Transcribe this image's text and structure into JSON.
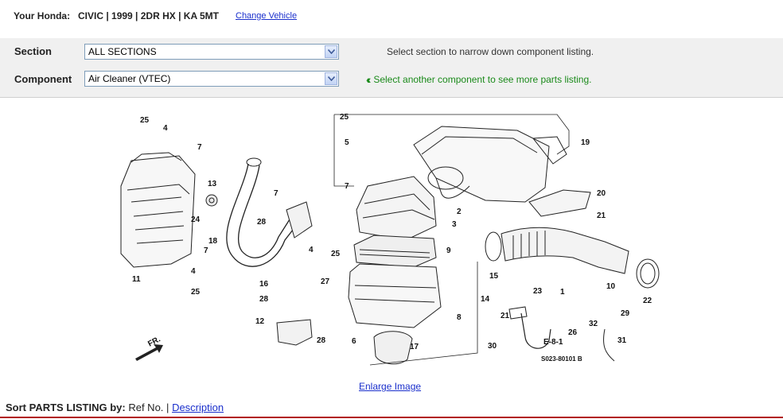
{
  "vehicle_bar": {
    "label": "Your Honda:",
    "vehicle": "CIVIC | 1999 | 2DR HX | KA 5MT",
    "change_link": "Change Vehicle"
  },
  "filters": {
    "section_label": "Section",
    "section_value": "ALL SECTIONS",
    "section_hint": "Select section to narrow down component listing.",
    "component_label": "Component",
    "component_value": "Air Cleaner (VTEC)",
    "component_hint": "Select another component to see more parts listing.",
    "hint_color": "#1a8a1a"
  },
  "diagram": {
    "callouts": [
      "25",
      "4",
      "7",
      "11",
      "4",
      "25",
      "24",
      "7",
      "18",
      "13",
      "28",
      "7",
      "16",
      "28",
      "4",
      "25",
      "12",
      "28",
      "5",
      "7",
      "25",
      "19",
      "20",
      "21",
      "2",
      "3",
      "9",
      "27",
      "14",
      "8",
      "6",
      "17",
      "15",
      "23",
      "1",
      "10",
      "22",
      "21",
      "26",
      "29",
      "32",
      "31",
      "30"
    ],
    "direction_label": "FR.",
    "ref_label": "E-8-1",
    "drawing_code": "S023-80101 B"
  },
  "enlarge_link": "Enlarge Image",
  "sort": {
    "label": "Sort PARTS LISTING by:",
    "ref_no": "Ref No.",
    "separator": "|",
    "description_link": "Description"
  }
}
